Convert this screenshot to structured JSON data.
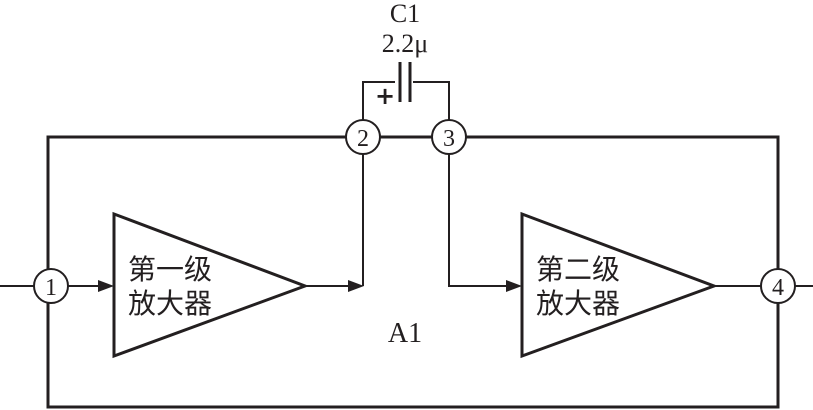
{
  "capacitor": {
    "name": "C1",
    "value": "2.2μ",
    "polarity": "+"
  },
  "module": {
    "label": "A1"
  },
  "nodes": [
    "1",
    "2",
    "3",
    "4"
  ],
  "amplifiers": [
    {
      "line1": "第一级",
      "line2": "放大器"
    },
    {
      "line1": "第二级",
      "line2": "放大器"
    }
  ],
  "colors": {
    "line": "#231f20",
    "background": "#ffffff"
  }
}
